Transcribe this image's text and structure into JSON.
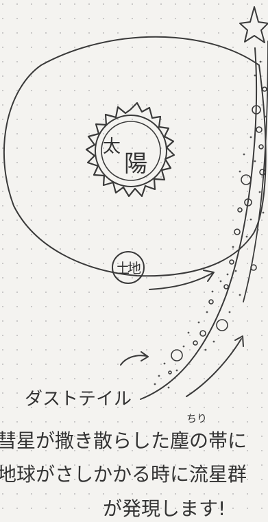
{
  "diagram": {
    "sun_label_1": "太",
    "sun_label_2": "陽",
    "earth_label": "地",
    "dust_tail_label": "ダストテイル",
    "ruby_text": "ちり",
    "caption_line_1": "彗星が撒き散らした塵の帯に",
    "caption_line_2": "地球がさしかかる時に流星群",
    "caption_line_3": "が発現します!"
  }
}
